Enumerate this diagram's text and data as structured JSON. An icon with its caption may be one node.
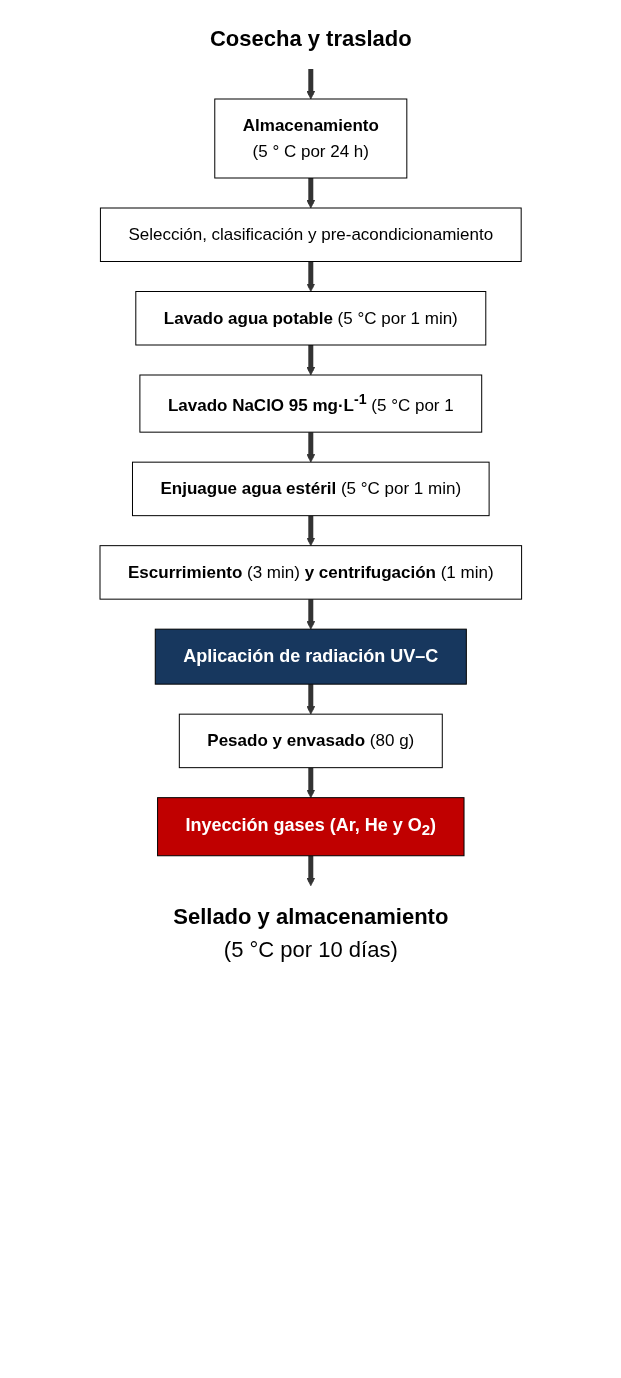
{
  "diagram": {
    "nodes": [
      {
        "text": [
          "Cosecha y traslado"
        ]
      },
      {
        "text": [
          "Almacenamiento",
          "(5 ° C por 24 h)"
        ]
      },
      {
        "text": [
          "Selección, clasificación y pre-acondicionamiento"
        ]
      },
      {
        "text": [
          "**Lavado agua potable** (5 °C por 1 min)"
        ]
      },
      {
        "text": [
          "**Lavado NaClO 95 mg·L$^{-1}$** (5 °C por 1"
        ]
      },
      {
        "text": [
          "**Enjuague agua estéril** (5 °C por 1 min)"
        ]
      },
      {
        "text": [
          "**Escurrimiento** (3 min) **y centrifugación** (1 min)"
        ]
      },
      {
        "text": [
          "Aplicación de radiación UV–C"
        ]
      },
      {
        "text": [
          "**Pesado y envasado** (80 g)"
        ]
      },
      {
        "text": [
          "Inyección gases (Ar, He y O$_{2}$)"
        ]
      },
      {
        "text": [
          "Sellado y almacenamiento",
          "(5 °C por 10 días)"
        ]
      }
    ],
    "edges": [
      {
        "from": 0,
        "to": 1,
        "arrow": "to"
      },
      {
        "from": 1,
        "to": 2,
        "arrow": "to"
      },
      {
        "from": 2,
        "to": 3,
        "arrow": "to"
      },
      {
        "from": 3,
        "to": 4,
        "arrow": "to"
      },
      {
        "from": 4,
        "to": 5,
        "arrow": "to"
      },
      {
        "from": 5,
        "to": 6,
        "arrow": "to"
      },
      {
        "from": 6,
        "to": 7,
        "arrow": "to"
      },
      {
        "from": 7,
        "to": 8,
        "arrow": "to"
      },
      {
        "from": 8,
        "to": 9,
        "arrow": "to"
      },
      {
        "from": 9,
        "to": 10,
        "arrow": "to"
      }
    ]
  }
}
